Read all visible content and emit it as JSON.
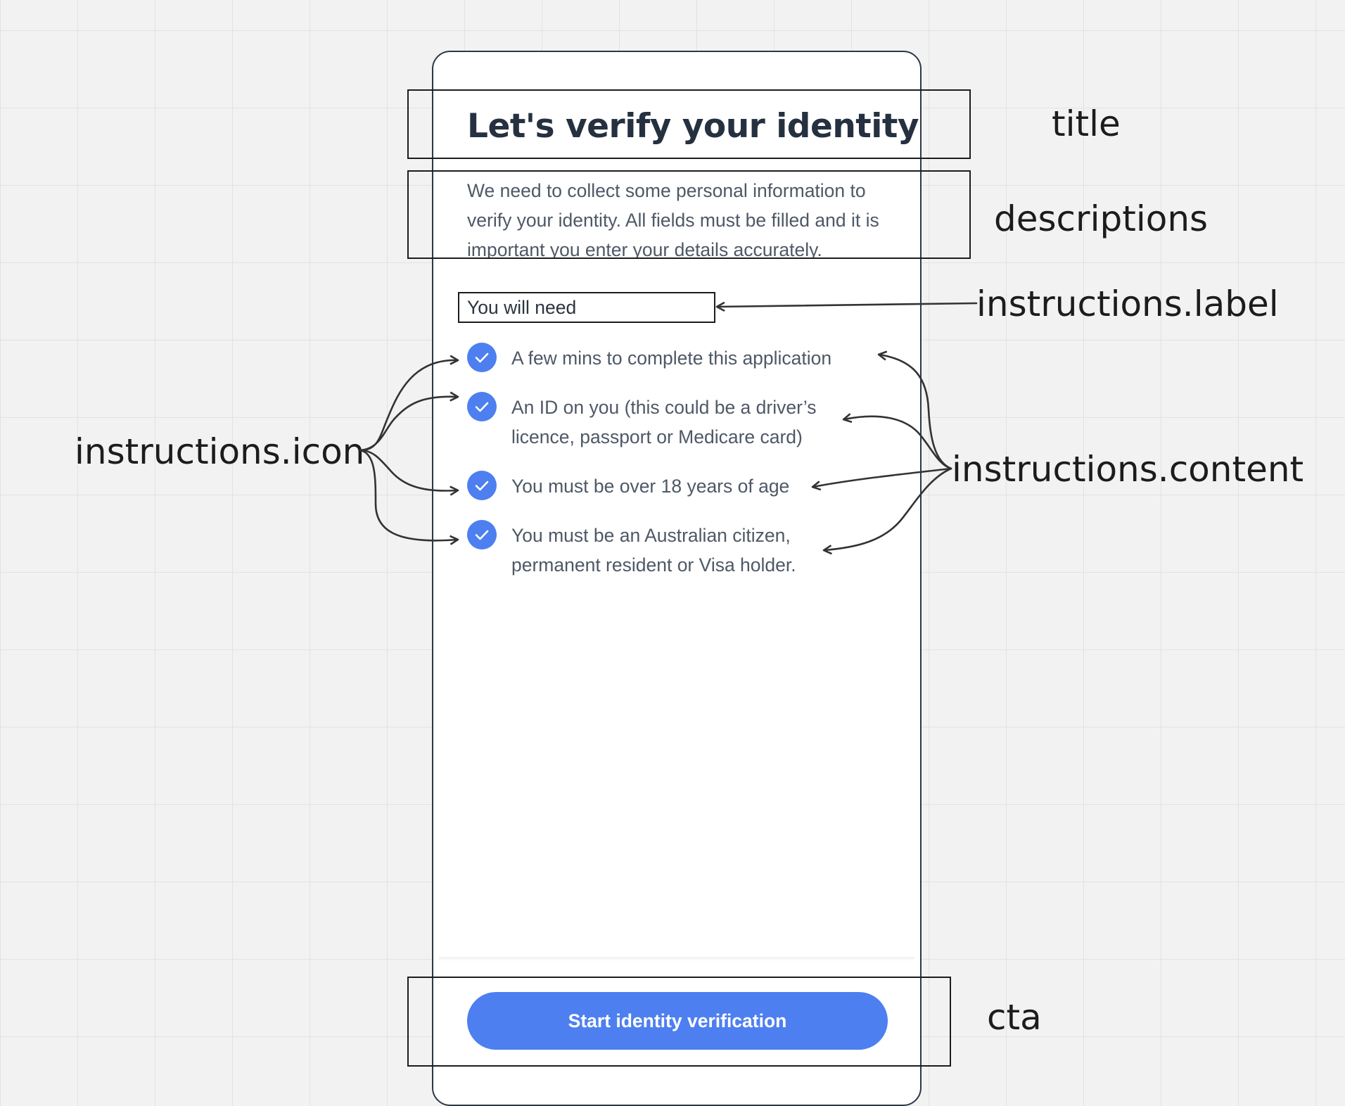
{
  "screen": {
    "title": "Let's verify your identity",
    "description": "We need to collect some personal information to verify your identity. All fields must be filled and it is important you enter your details accurately.",
    "instructions": {
      "label": "You will need",
      "items": [
        {
          "icon": "check-circle-icon",
          "content": "A few mins to complete this application"
        },
        {
          "icon": "check-circle-icon",
          "content": "An ID on you (this could be a driver’s licence, passport or Medicare card)"
        },
        {
          "icon": "check-circle-icon",
          "content": "You must be over 18 years of age"
        },
        {
          "icon": "check-circle-icon",
          "content": "You must be an Australian citizen, permanent resident or Visa holder."
        }
      ]
    },
    "cta_label": "Start identity verification",
    "colors": {
      "accent": "#4d7ff0",
      "heading": "#253140",
      "body_text": "#4e5866",
      "frame": "#2d3748"
    }
  },
  "annotations": {
    "title": "title",
    "descriptions": "descriptions",
    "instructions_label": "instructions.label",
    "instructions_icon": "instructions.icon",
    "instructions_content": "instructions.content",
    "cta": "cta"
  }
}
